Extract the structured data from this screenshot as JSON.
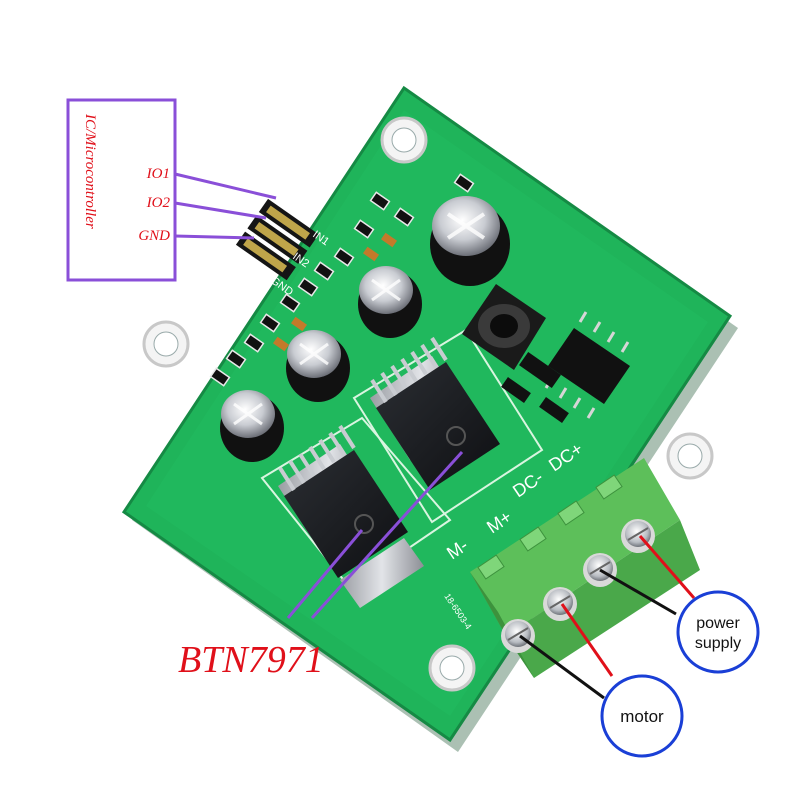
{
  "controller_box": {
    "title": "IC/Microcontroller",
    "pins": [
      "IO1",
      "IO2",
      "GND"
    ]
  },
  "silkscreen": {
    "header_pins": [
      "IN1",
      "IN2",
      "GND"
    ],
    "terminal_labels": [
      "M-",
      "M+",
      "DC-",
      "DC+"
    ],
    "part_code": "18-6503-4"
  },
  "chip_label": "BTN7971",
  "callouts": {
    "power_supply_line1": "power",
    "power_supply_line2": "supply",
    "motor": "motor"
  },
  "colors": {
    "pcb_green": "#1fb45a",
    "terminal_green": "#6fce6a",
    "annotation_purple": "#8a4fd8",
    "callout_blue": "#1a3fd6",
    "label_red": "#e0101a",
    "wire_red": "#e0101a",
    "wire_black": "#111111"
  }
}
